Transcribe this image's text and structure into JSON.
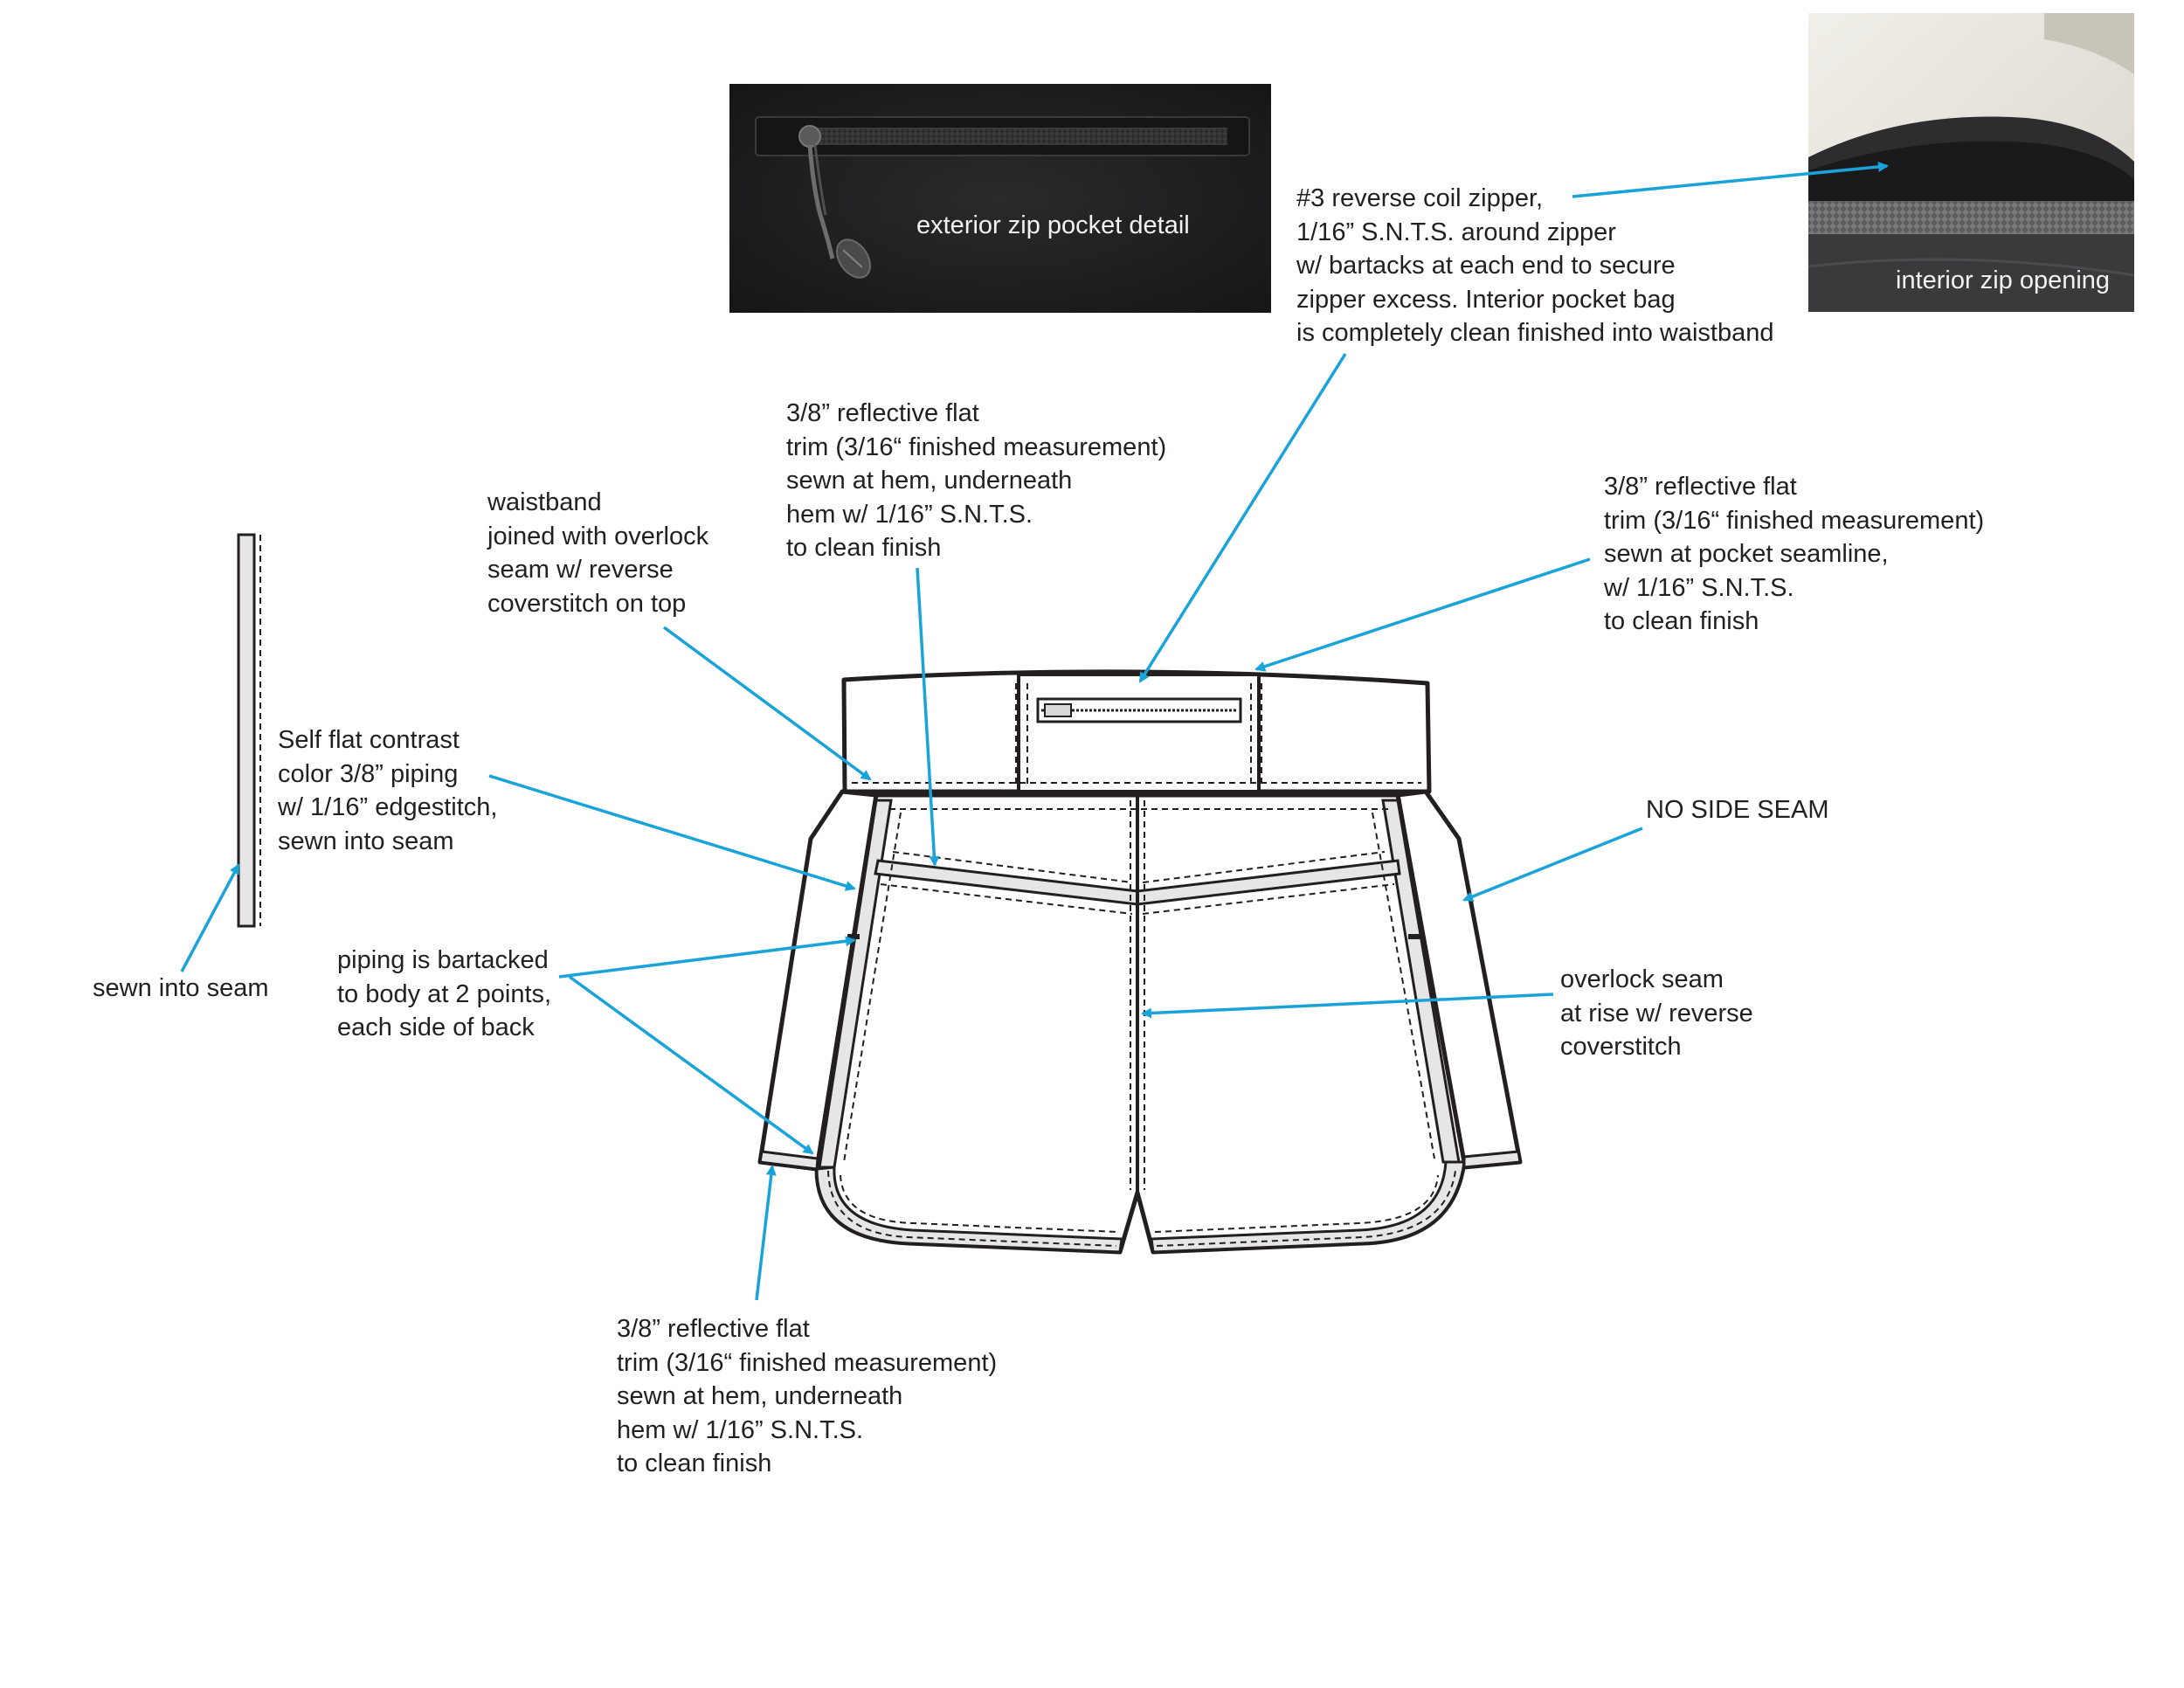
{
  "photos": {
    "exterior": {
      "label": "exterior zip pocket detail"
    },
    "interior": {
      "label": "interior zip opening"
    }
  },
  "callouts": {
    "zipper": "#3 reverse coil zipper,\n1/16” S.N.T.S. around zipper\nw/ bartacks at each end to secure\nzipper excess. Interior pocket bag\nis completely clean finished into waistband",
    "reflective_hem_top": "3/8” reflective flat\ntrim (3/16“ finished measurement)\nsewn at hem, underneath\nhem w/ 1/16” S.N.T.S.\nto clean finish",
    "waistband": "waistband\njoined with overlock\nseam w/ reverse\ncoverstitch on top",
    "reflective_pocket": "3/8” reflective flat\ntrim (3/16“ finished measurement)\nsewn at pocket seamline,\nw/ 1/16” S.N.T.S.\nto clean finish",
    "piping": "Self flat contrast\ncolor 3/8” piping\nw/ 1/16” edgestitch,\nsewn into seam",
    "no_side_seam": "NO SIDE SEAM",
    "sewn_into_seam": "sewn into seam",
    "bartack": "piping is bartacked\nto body at 2 points,\neach side of back",
    "overlock_rise": "overlock seam\nat rise w/ reverse\ncoverstitch",
    "reflective_hem_bottom": "3/8” reflective flat\ntrim (3/16“ finished measurement)\nsewn at hem, underneath\nhem w/ 1/16” S.N.T.S.\nto clean finish"
  },
  "colors": {
    "arrow": "#1aa3d9",
    "outline": "#231f20",
    "trim_fill": "#e6e6e6",
    "photo_dark": "#1f1f21"
  }
}
